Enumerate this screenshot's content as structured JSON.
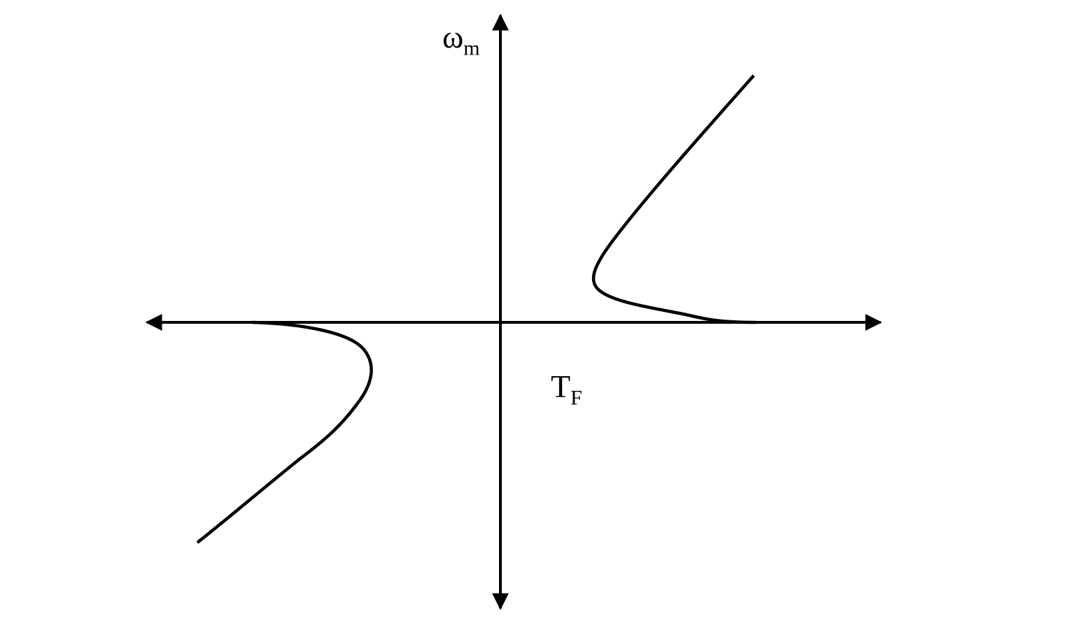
{
  "diagram": {
    "description": "Speed-torque characteristic curves of a motor in two quadrants",
    "colors": {
      "line": "#000000",
      "background": "#ffffff"
    },
    "axes": {
      "vertical": {
        "label_main": "ω",
        "label_sub": "m",
        "name": "angular speed"
      },
      "horizontal": {
        "label_main": "T",
        "label_sub": "F",
        "name": "torque"
      }
    },
    "curves": [
      {
        "name": "first-quadrant-curve",
        "quadrant": "I"
      },
      {
        "name": "third-quadrant-curve",
        "quadrant": "III"
      }
    ]
  }
}
